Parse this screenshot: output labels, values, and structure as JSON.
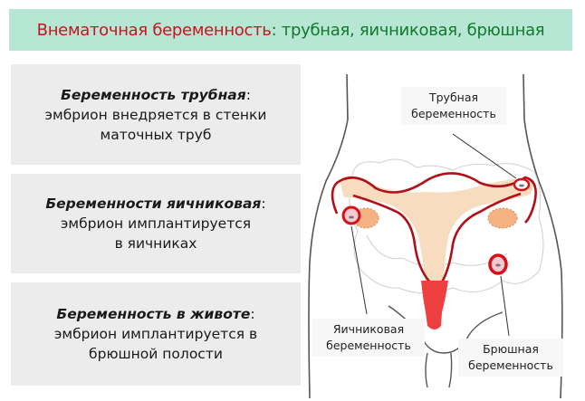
{
  "header": {
    "title_red": "Внематочная беременность",
    "title_green": ": трубная, яичниковая, брюшная",
    "colors": {
      "background": "#b8e6d4",
      "red": "#c8141c",
      "green": "#107a2a"
    }
  },
  "panels": [
    {
      "title": "Беременность трубная",
      "colon": ":",
      "line1": "эмбрион внедряется в стенки",
      "line2": "маточных труб"
    },
    {
      "title": "Беременности яичниковая",
      "colon": ":",
      "line1": "эмбрион имплантируется",
      "line2": "в яичниках"
    },
    {
      "title": "Беременность в животе",
      "colon": ":",
      "line1": "эмбрион имплантируется в",
      "line2": "брюшной полости"
    }
  ],
  "diagram": {
    "labels": {
      "tubal_line1": "Трубная",
      "tubal_line2": "беременность",
      "ovarian_line1": "Яичниковая",
      "ovarian_line2": "беременность",
      "abdominal_line1": "Брюшная",
      "abdominal_line2": "беременность"
    },
    "colors": {
      "organ_outline": "#b01018",
      "uterus_fill": "#f8dcc0",
      "ovary_fill": "#f5b383",
      "cervix_fill": "#ee4040",
      "embryo_ring": "#d8101a",
      "body_outline": "#555555",
      "intestine_outline": "#cccccc"
    }
  }
}
